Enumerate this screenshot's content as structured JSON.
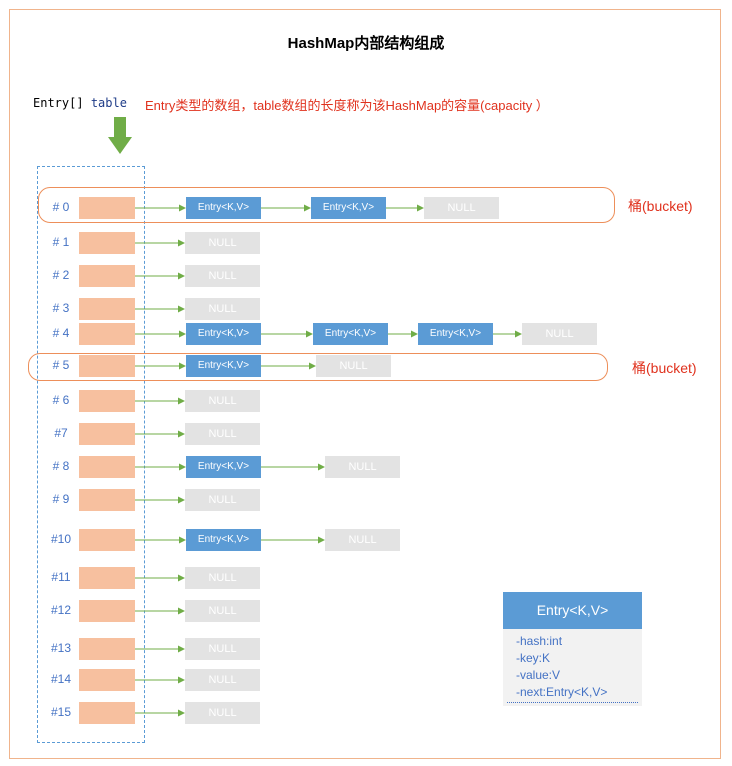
{
  "title": "HashMap内部结构组成",
  "code": {
    "type": "Entry[]",
    "name": "table"
  },
  "description": "Entry类型的数组，table数组的长度称为该HashMap的容量(capacity ）",
  "bucket_label": "桶(bucket)",
  "entry_label": "Entry<K,V>",
  "null_label": "NULL",
  "rows": [
    {
      "label": "# 0",
      "chain": [
        "entry",
        "entry",
        "null"
      ],
      "bucket": true
    },
    {
      "label": "# 1",
      "chain": [
        "null"
      ]
    },
    {
      "label": "# 2",
      "chain": [
        "null"
      ]
    },
    {
      "label": "# 3",
      "chain": [
        "null"
      ]
    },
    {
      "label": "# 4",
      "chain": [
        "entry",
        "entry",
        "entry",
        "null"
      ]
    },
    {
      "label": "# 5",
      "chain": [
        "entry",
        "null"
      ],
      "bucket": true
    },
    {
      "label": "# 6",
      "chain": [
        "null"
      ]
    },
    {
      "label": "#7",
      "chain": [
        "null"
      ]
    },
    {
      "label": "# 8",
      "chain": [
        "entry",
        "null"
      ]
    },
    {
      "label": "# 9",
      "chain": [
        "null"
      ]
    },
    {
      "label": "#10",
      "chain": [
        "entry",
        "null"
      ]
    },
    {
      "label": "#11",
      "chain": [
        "null"
      ]
    },
    {
      "label": "#12",
      "chain": [
        "null"
      ]
    },
    {
      "label": "#13",
      "chain": [
        "null"
      ]
    },
    {
      "label": "#14",
      "chain": [
        "null"
      ]
    },
    {
      "label": "#15",
      "chain": [
        "null"
      ]
    }
  ],
  "uml": {
    "title": "Entry<K,V>",
    "fields": [
      "-hash:int",
      "-key:K",
      "-value:V",
      "-next:Entry<K,V>"
    ]
  },
  "colors": {
    "entry": "#5b9bd5",
    "null": "#e3e3e3",
    "cell": "#f7c09f",
    "arrow": "#70ad47",
    "bucket": "#ed8f5a",
    "accent_text": "#e0321e"
  }
}
